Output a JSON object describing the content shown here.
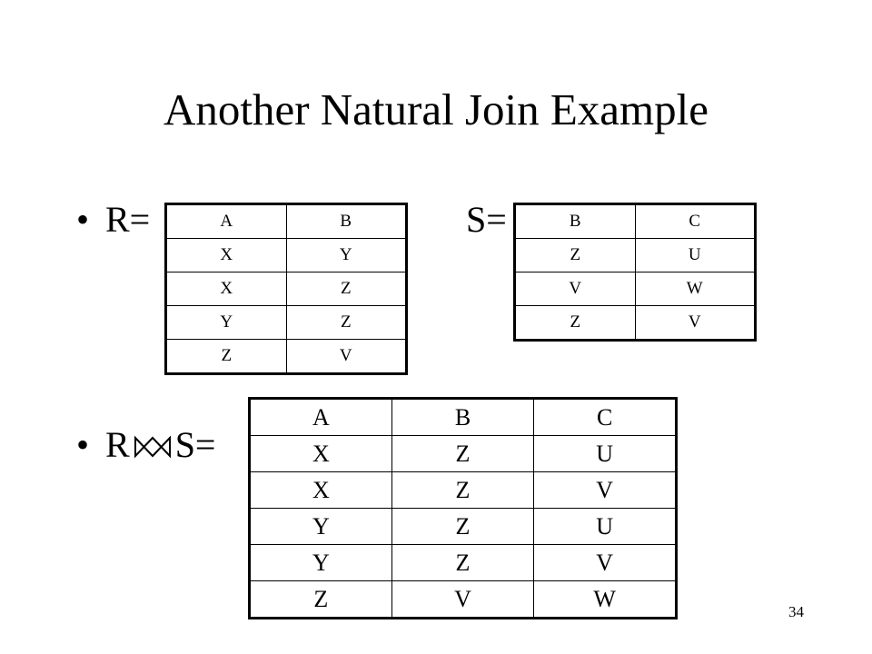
{
  "title": "Another Natural Join Example",
  "bullets": {
    "r_label": "R=",
    "s_label": "S=",
    "join_left": "R",
    "join_right": "S=",
    "bullet_char": "•"
  },
  "table_r": {
    "headers": [
      "A",
      "B"
    ],
    "rows": [
      [
        "X",
        "Y"
      ],
      [
        "X",
        "Z"
      ],
      [
        "Y",
        "Z"
      ],
      [
        "Z",
        "V"
      ]
    ]
  },
  "table_s": {
    "headers": [
      "B",
      "C"
    ],
    "rows": [
      [
        "Z",
        "U"
      ],
      [
        "V",
        "W"
      ],
      [
        "Z",
        "V"
      ]
    ]
  },
  "table_join": {
    "headers": [
      "A",
      "B",
      "C"
    ],
    "rows": [
      [
        "X",
        "Z",
        "U"
      ],
      [
        "X",
        "Z",
        "V"
      ],
      [
        "Y",
        "Z",
        "U"
      ],
      [
        "Y",
        "Z",
        "V"
      ],
      [
        "Z",
        "V",
        "W"
      ]
    ]
  },
  "page_number": "34"
}
